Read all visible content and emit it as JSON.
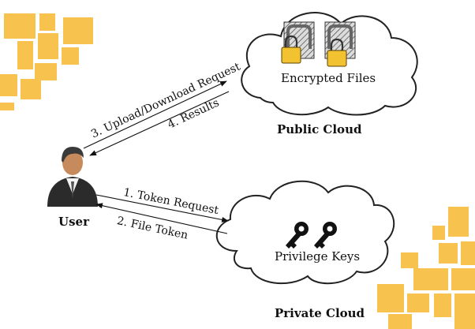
{
  "nodes": {
    "public_cloud": {
      "inner_label": "Encrypted Files",
      "caption": "Public Cloud"
    },
    "private_cloud": {
      "inner_label": "Privilege Keys",
      "caption": "Private Cloud"
    },
    "user": {
      "caption": "User"
    }
  },
  "arrows": {
    "upload": "3. Upload/Download Request",
    "results": "4. Results",
    "token_request": "1. Token Request",
    "file_token": "2. File Token"
  },
  "colors": {
    "decor": "#F8C24E",
    "lock": "#F2C230",
    "key": "#111111",
    "cloud_stroke": "#222222"
  }
}
